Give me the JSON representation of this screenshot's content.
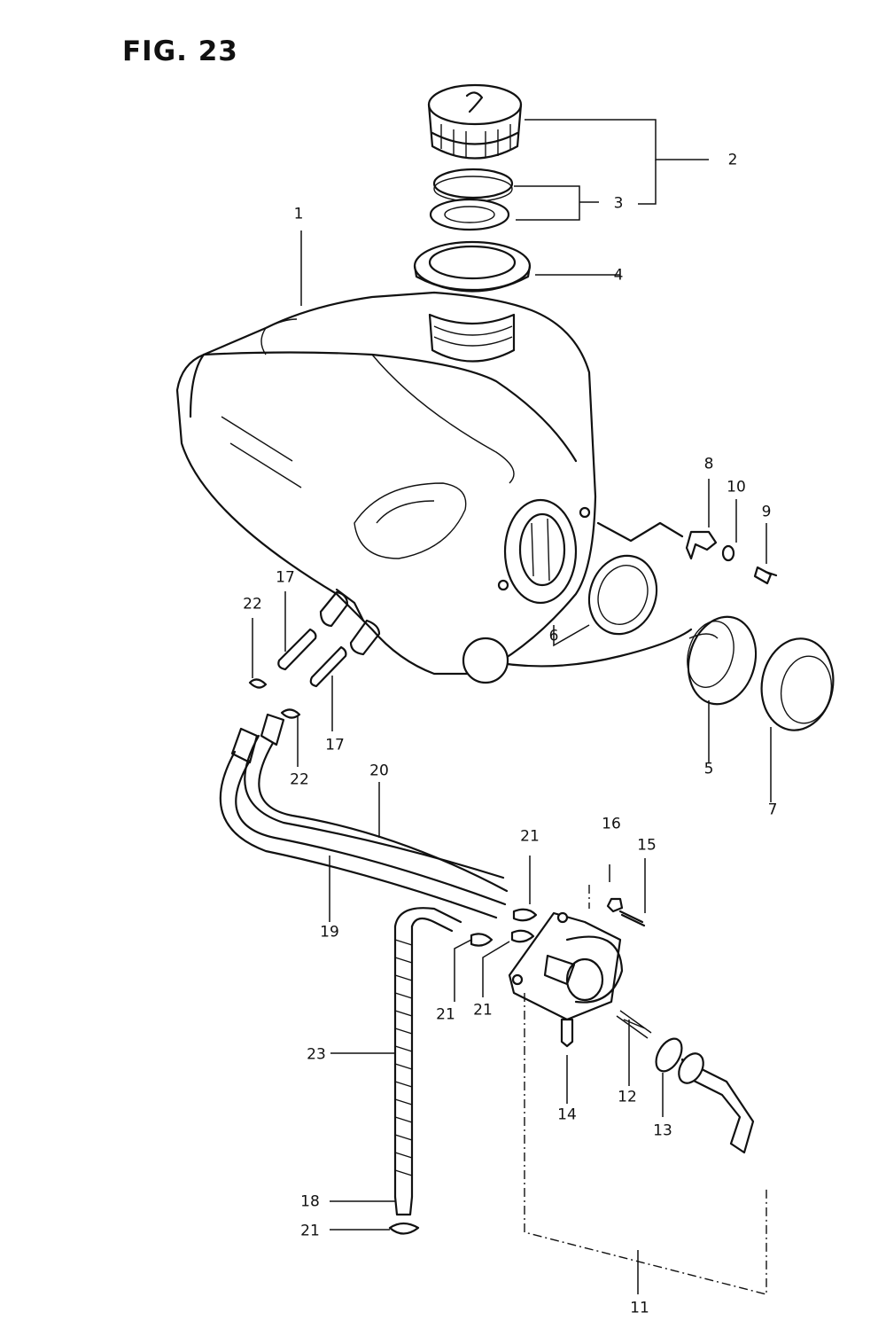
{
  "figure": {
    "title": "FIG. 23"
  },
  "callouts": {
    "c1": "1",
    "c2": "2",
    "c3": "3",
    "c4": "4",
    "c5": "5",
    "c6": "6",
    "c7": "7",
    "c8": "8",
    "c9": "9",
    "c10": "10",
    "c11": "11",
    "c12": "12",
    "c13": "13",
    "c14": "14",
    "c15": "15",
    "c16": "16",
    "c17a": "17",
    "c17b": "17",
    "c18": "18",
    "c19": "19",
    "c20": "20",
    "c21a": "21",
    "c21b": "21",
    "c21c": "21",
    "c21d": "21",
    "c22a": "22",
    "c22b": "22",
    "c23": "23"
  }
}
